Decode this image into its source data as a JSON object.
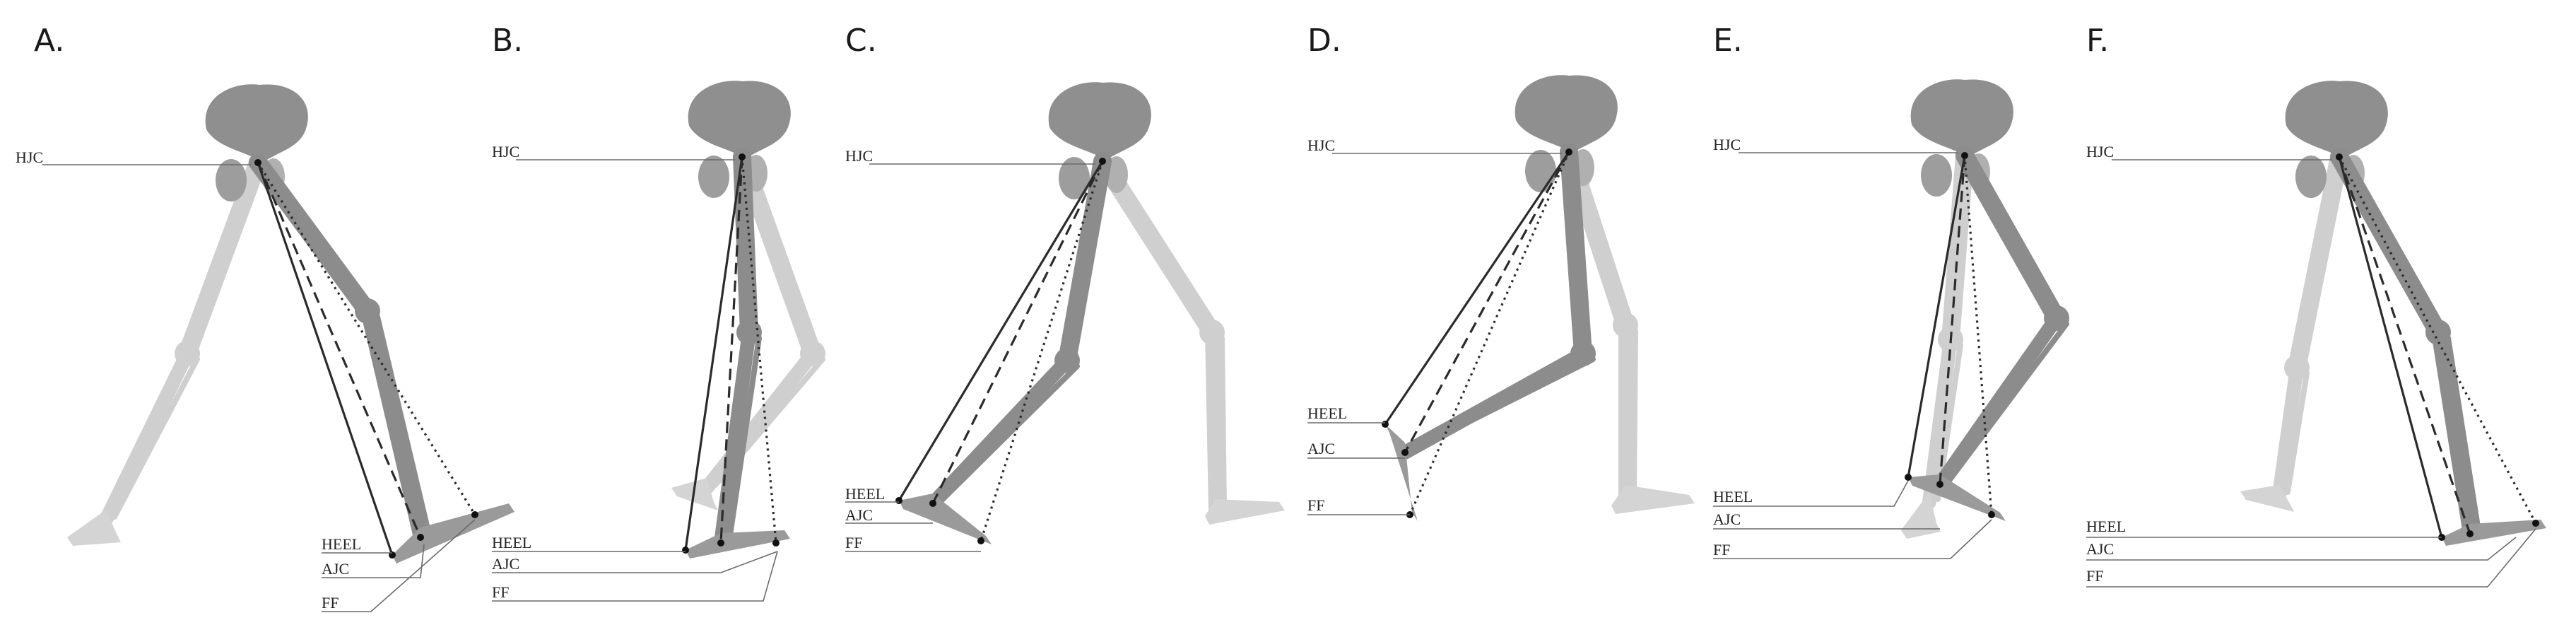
{
  "panels": [
    {
      "letter": "A.",
      "hjc": "HJC",
      "heel": "HEEL",
      "ajc": "AJC",
      "ff": "FF"
    },
    {
      "letter": "B.",
      "hjc": "HJC",
      "heel": "HEEL",
      "ajc": "AJC",
      "ff": "FF"
    },
    {
      "letter": "C.",
      "hjc": "HJC",
      "heel": "HEEL",
      "ajc": "AJC",
      "ff": "FF"
    },
    {
      "letter": "D.",
      "hjc": "HJC",
      "heel": "HEEL",
      "ajc": "AJC",
      "ff": "FF"
    },
    {
      "letter": "E.",
      "hjc": "HJC",
      "heel": "HEEL",
      "ajc": "AJC",
      "ff": "FF"
    },
    {
      "letter": "F.",
      "hjc": "HJC",
      "heel": "HEEL",
      "ajc": "AJC",
      "ff": "FF"
    }
  ],
  "line_styles": {
    "heel": "solid",
    "ajc": "dashed",
    "ff": "dotted"
  },
  "colors": {
    "near_leg": "#8c8c8c",
    "far_leg": "#cfcfcf",
    "lines": "#2b2b2b"
  }
}
